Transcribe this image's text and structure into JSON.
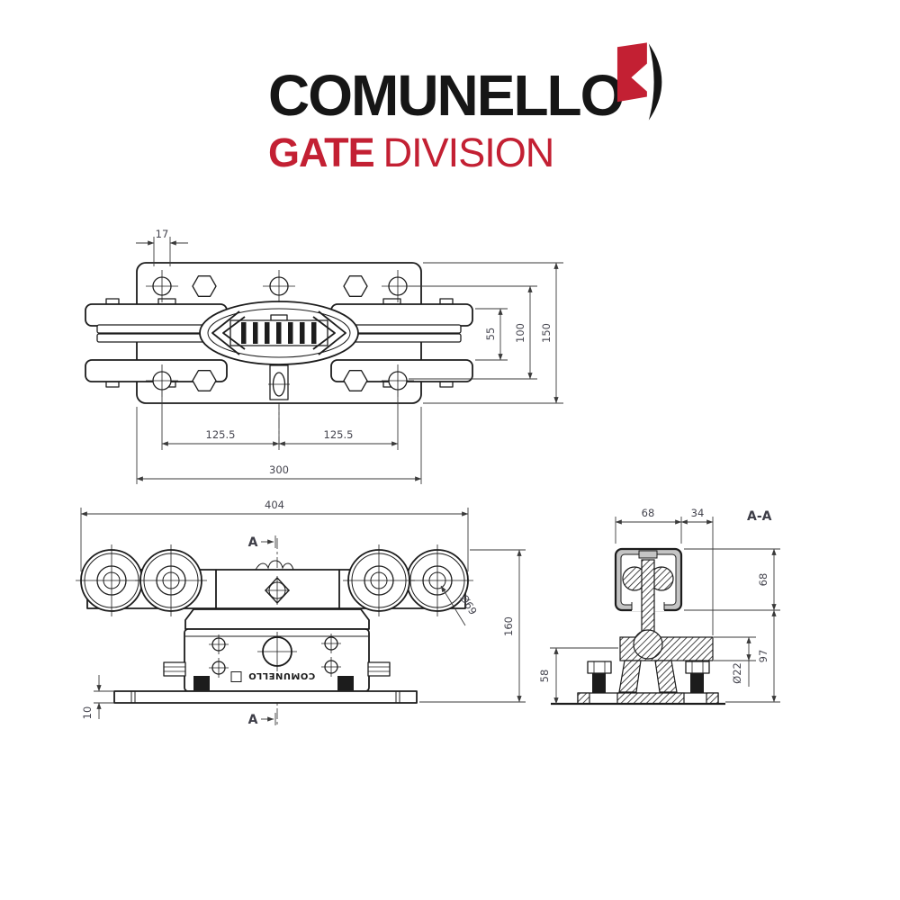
{
  "brand": {
    "name": "COMUNELLO",
    "tagline_bold": "GATE",
    "tagline_light": "DIVISION",
    "colors": {
      "red": "#c32033",
      "black": "#161616"
    }
  },
  "drawing": {
    "line_color": "#1c1c1c",
    "dim_color": "#45454f",
    "top_view": {
      "hole_width": "17",
      "inner_height": "55",
      "bolt_row_height": "100",
      "plate_height": "150",
      "pitch_left": "125.5",
      "pitch_right": "125.5",
      "plate_width": "300"
    },
    "front_view": {
      "overall_width": "404",
      "overall_height": "160",
      "wheel_diameter": "Ø69",
      "plate_thickness": "10",
      "section_label": "A",
      "body_text": "COMUNELLO"
    },
    "section_view": {
      "title": "A-A",
      "rail_width": "68",
      "rail_offset": "34",
      "rail_height": "68",
      "body_height": "97",
      "pin_diameter": "Ø22",
      "base_height": "58"
    }
  }
}
